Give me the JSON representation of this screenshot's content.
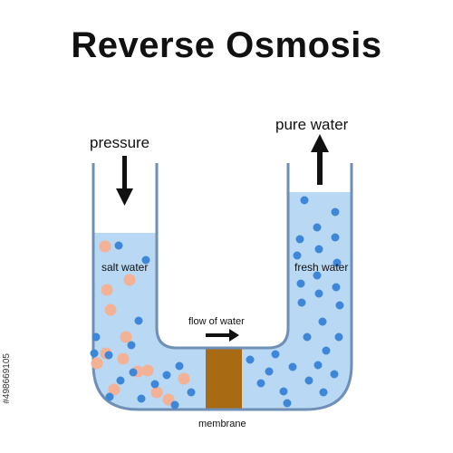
{
  "title": "Reverse Osmosis",
  "labels": {
    "pressure": "pressure",
    "pure_water": "pure water",
    "salt_water": "salt water",
    "fresh_water": "fresh water",
    "flow_of_water": "flow of water",
    "membrane": "membrane"
  },
  "stock_id": "#498669105",
  "colors": {
    "water": "#b8d8f4",
    "tube_outline": "#6f8fb6",
    "water_dot": "#3d86d8",
    "salt_dot": "#f3b195",
    "membrane": "#a86a12",
    "arrow": "#111111"
  },
  "particle_counts": {
    "salt_side_water_molecules": 16,
    "salt_side_salt_particles": 14,
    "fresh_side_water_molecules": 29
  }
}
